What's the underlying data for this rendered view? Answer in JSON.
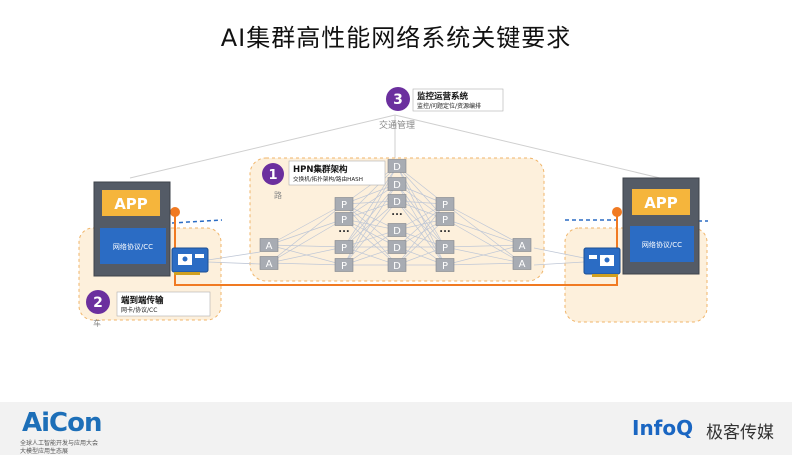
{
  "title": "AI集群高性能网络系统关键要求",
  "monitor": {
    "number": "3",
    "heading": "监控运营系统",
    "sub": "监控/问题定位/资源编排",
    "caption": "交通管理"
  },
  "hpn": {
    "number": "1",
    "heading": "HPN集群架构",
    "sub": "交换机/拓扑架构/路由HASH",
    "caption": "路"
  },
  "e2e": {
    "number": "2",
    "heading": "端到端传输",
    "sub": "网卡/协议/CC",
    "caption": "车"
  },
  "host_left": {
    "app": "APP",
    "proto": "网络协议/CC"
  },
  "host_right": {
    "app": "APP",
    "proto": "网络协议/CC"
  },
  "switch_labels": {
    "a": "A",
    "p": "P",
    "d": "D",
    "dots": "..."
  },
  "footer": {
    "aicon": "AiCon",
    "aicon_sub1": "全球人工智能开发与应用大会",
    "aicon_sub2": "大模型应用生态展",
    "infoq": "InfoQ",
    "brand": "极客传媒"
  },
  "colors": {
    "purple": "#6b2f9e",
    "orange": "#f07a22",
    "blue": "#2b6cc4",
    "yellow": "#f5b53c",
    "host_gray": "#545b66"
  }
}
